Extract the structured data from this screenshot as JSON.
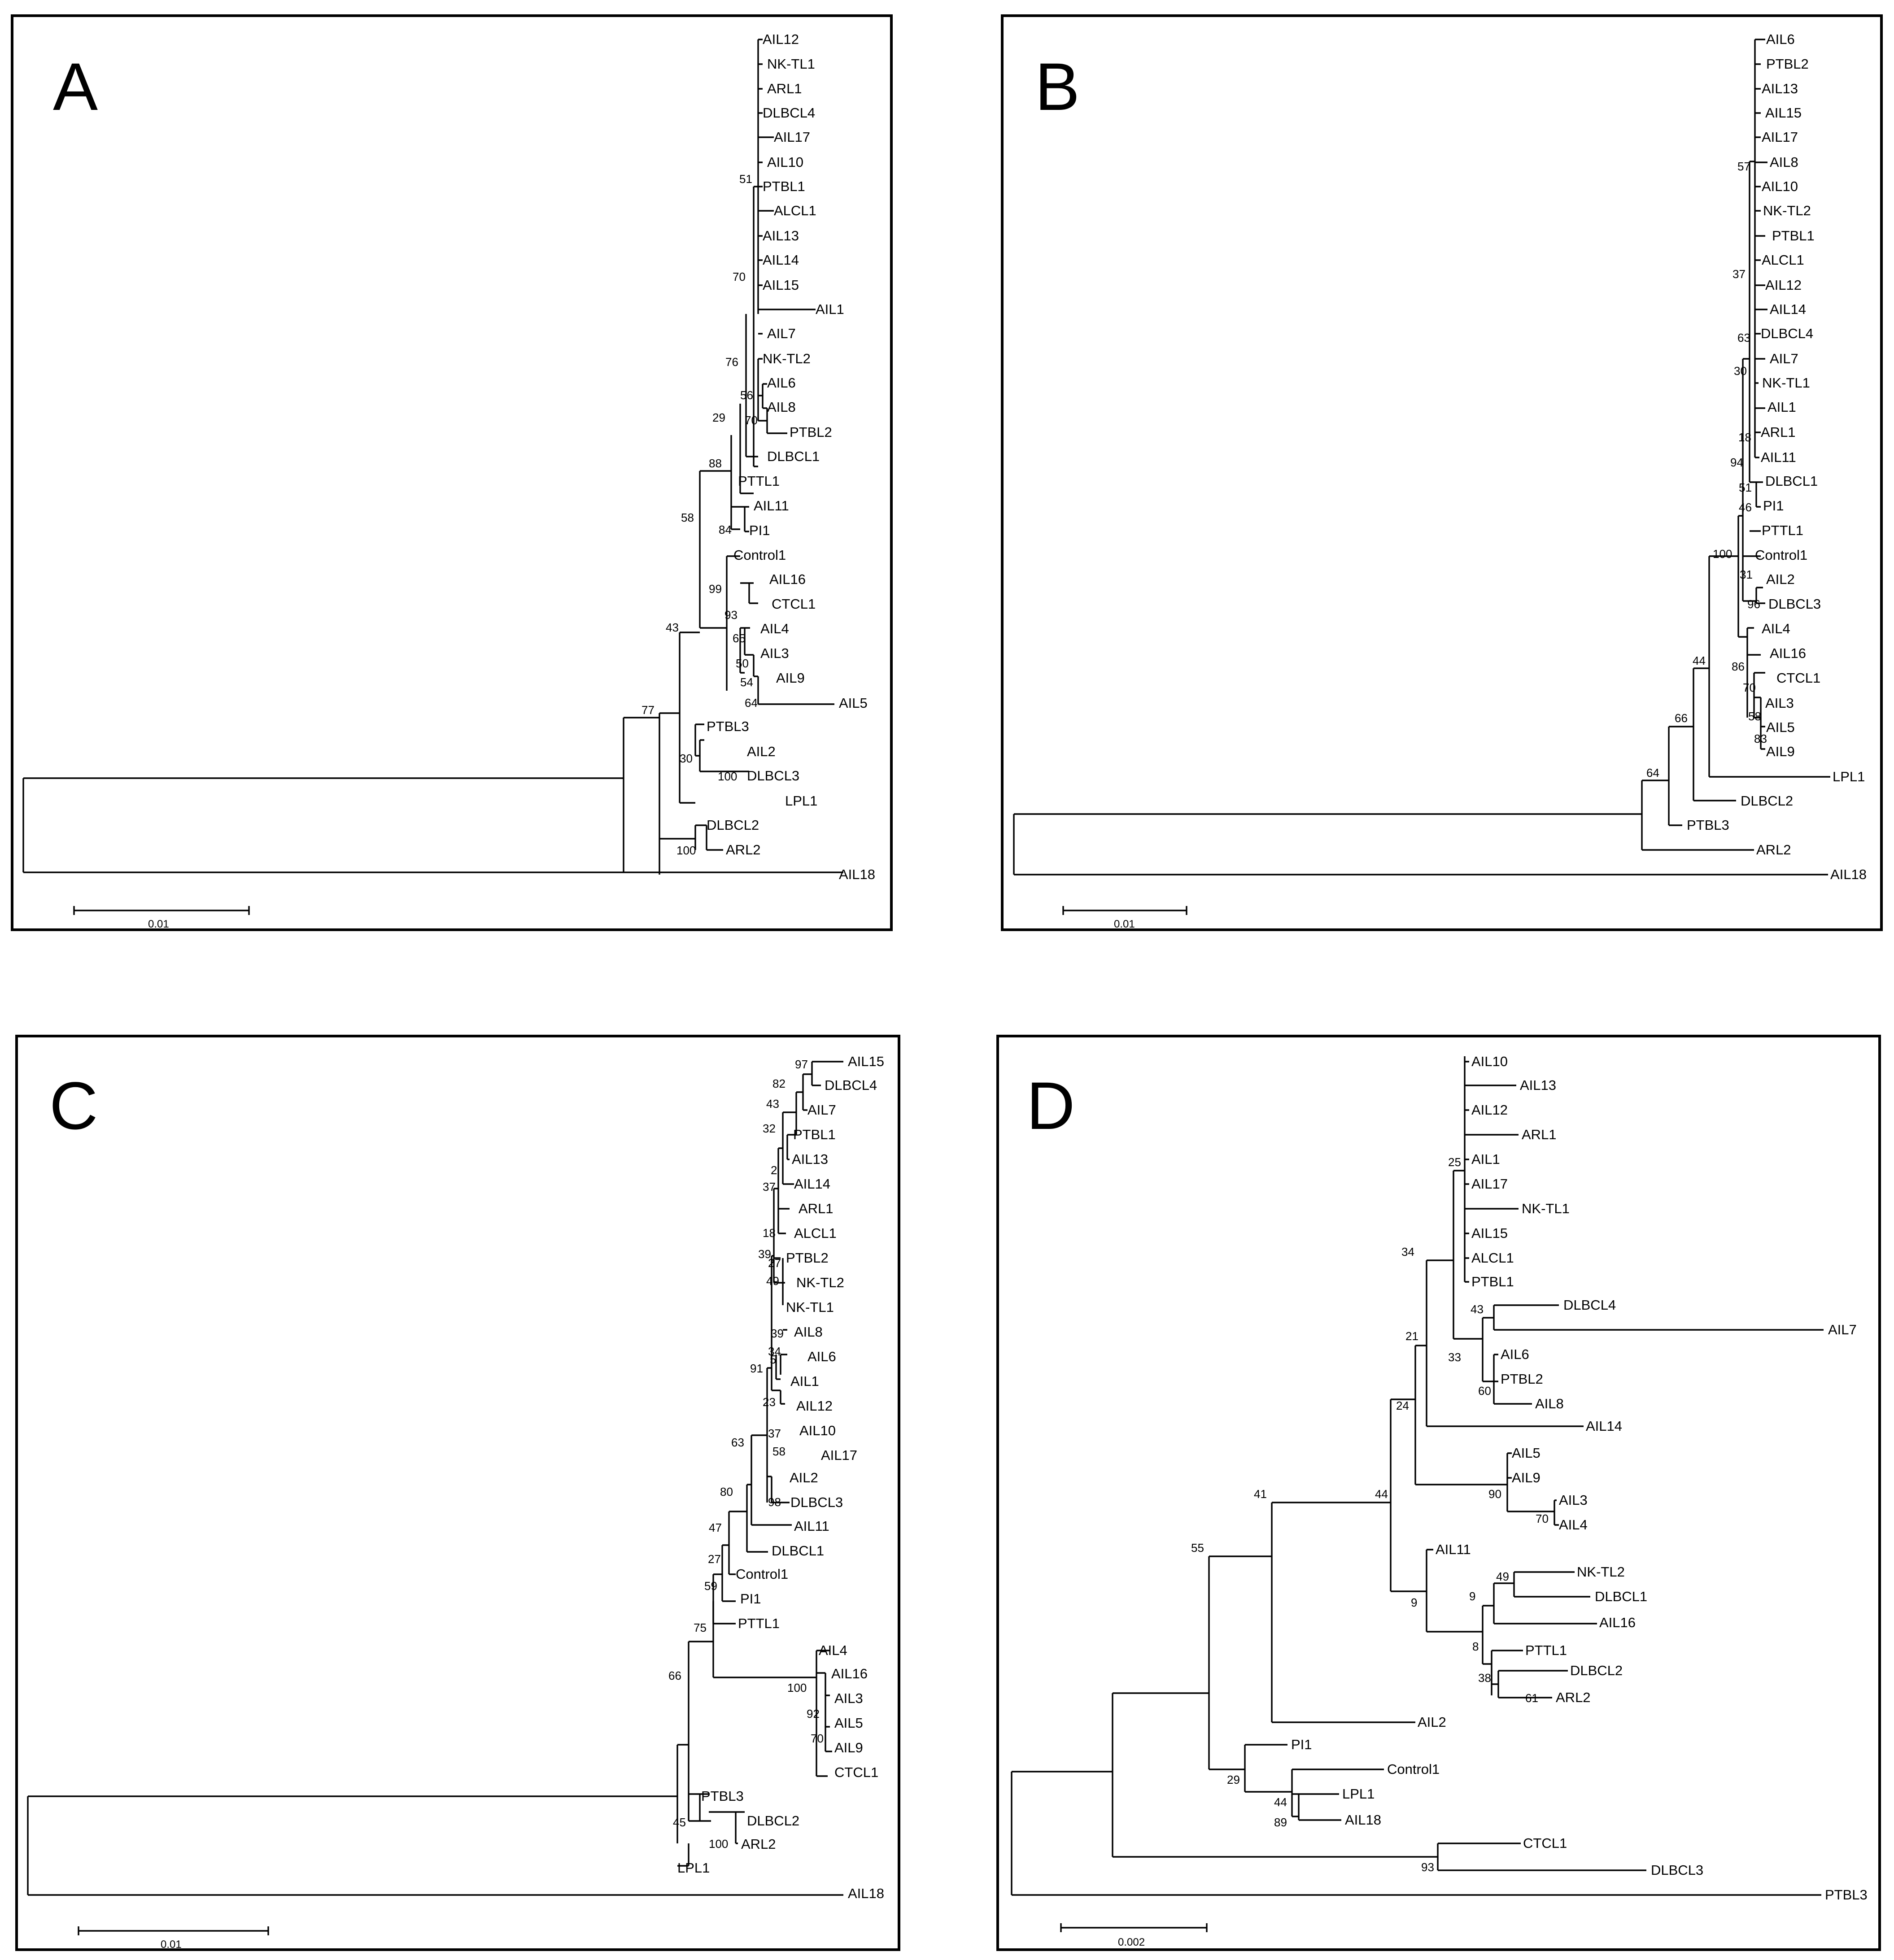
{
  "panels": [
    {
      "letter": "A",
      "scale_label": "0.01",
      "leaves": [
        "AIL12",
        "NK-TL1",
        "ARL1",
        "DLBCL4",
        "AIL17",
        "AIL10",
        "PTBL1",
        "ALCL1",
        "AIL13",
        "AIL14",
        "AIL15",
        "AIL1",
        "AIL7",
        "NK-TL2",
        "AIL6",
        "AIL8",
        "PTBL2",
        "DLBCL1",
        "PTTL1",
        "AIL11",
        "PI1",
        "Control1",
        "AIL16",
        "CTCL1",
        "AIL4",
        "AIL3",
        "AIL9",
        "AIL5",
        "PTBL3",
        "AIL2",
        "DLBCL3",
        "LPL1",
        "DLBCL2",
        "ARL2",
        "AIL18"
      ],
      "bootstrap": [
        "51",
        "70",
        "76",
        "56",
        "70",
        "29",
        "88",
        "84",
        "58",
        "99",
        "93",
        "65",
        "50",
        "54",
        "64",
        "43",
        "77",
        "30",
        "100",
        "100"
      ]
    },
    {
      "letter": "B",
      "scale_label": "0.01",
      "leaves": [
        "AIL6",
        "PTBL2",
        "AIL13",
        "AIL15",
        "AIL17",
        "AIL8",
        "AIL10",
        "NK-TL2",
        "PTBL1",
        "ALCL1",
        "AIL12",
        "AIL14",
        "DLBCL4",
        "AIL7",
        "NK-TL1",
        "AIL1",
        "ARL1",
        "AIL11",
        "DLBCL1",
        "PI1",
        "PTTL1",
        "Control1",
        "AIL2",
        "DLBCL3",
        "AIL4",
        "AIL16",
        "CTCL1",
        "AIL3",
        "AIL5",
        "AIL9",
        "LPL1",
        "DLBCL2",
        "PTBL3",
        "ARL2",
        "AIL18"
      ],
      "bootstrap": [
        "57",
        "37",
        "63",
        "30",
        "18",
        "94",
        "51",
        "46",
        "100",
        "31",
        "96",
        "86",
        "70",
        "58",
        "83",
        "44",
        "66",
        "64"
      ]
    },
    {
      "letter": "C",
      "scale_label": "0.01",
      "leaves": [
        "AIL15",
        "DLBCL4",
        "AIL7",
        "PTBL1",
        "AIL13",
        "AIL14",
        "ARL1",
        "ALCL1",
        "PTBL2",
        "NK-TL2",
        "NK-TL1",
        "AIL8",
        "AIL6",
        "AIL1",
        "AIL12",
        "AIL10",
        "AIL17",
        "AIL2",
        "DLBCL3",
        "AIL11",
        "DLBCL1",
        "Control1",
        "PI1",
        "PTTL1",
        "AIL4",
        "AIL16",
        "AIL3",
        "AIL5",
        "AIL9",
        "CTCL1",
        "PTBL3",
        "DLBCL2",
        "ARL2",
        "LPL1",
        "AIL18"
      ],
      "bootstrap": [
        "97",
        "82",
        "43",
        "32",
        "2",
        "37",
        "18",
        "39",
        "27",
        "49",
        "39",
        "34",
        "5",
        "91",
        "23",
        "37",
        "58",
        "63",
        "98",
        "80",
        "47",
        "27",
        "59",
        "75",
        "100",
        "92",
        "70",
        "66",
        "100",
        "45"
      ]
    },
    {
      "letter": "D",
      "scale_label": "0.002",
      "leaves": [
        "AIL10",
        "AIL13",
        "AIL12",
        "ARL1",
        "AIL1",
        "AIL17",
        "NK-TL1",
        "AIL15",
        "ALCL1",
        "PTBL1",
        "DLBCL4",
        "AIL7",
        "AIL6",
        "PTBL2",
        "AIL8",
        "AIL14",
        "AIL5",
        "AIL9",
        "AIL3",
        "AIL4",
        "AIL11",
        "NK-TL2",
        "DLBCL1",
        "AIL16",
        "PTTL1",
        "DLBCL2",
        "ARL2",
        "AIL2",
        "PI1",
        "Control1",
        "LPL1",
        "AIL18",
        "CTCL1",
        "DLBCL3",
        "PTBL3"
      ],
      "bootstrap": [
        "25",
        "34",
        "43",
        "21",
        "33",
        "60",
        "24",
        "90",
        "70",
        "44",
        "49",
        "9",
        "9",
        "8",
        "38",
        "61",
        "41",
        "55",
        "29",
        "44",
        "89",
        "93"
      ]
    }
  ]
}
